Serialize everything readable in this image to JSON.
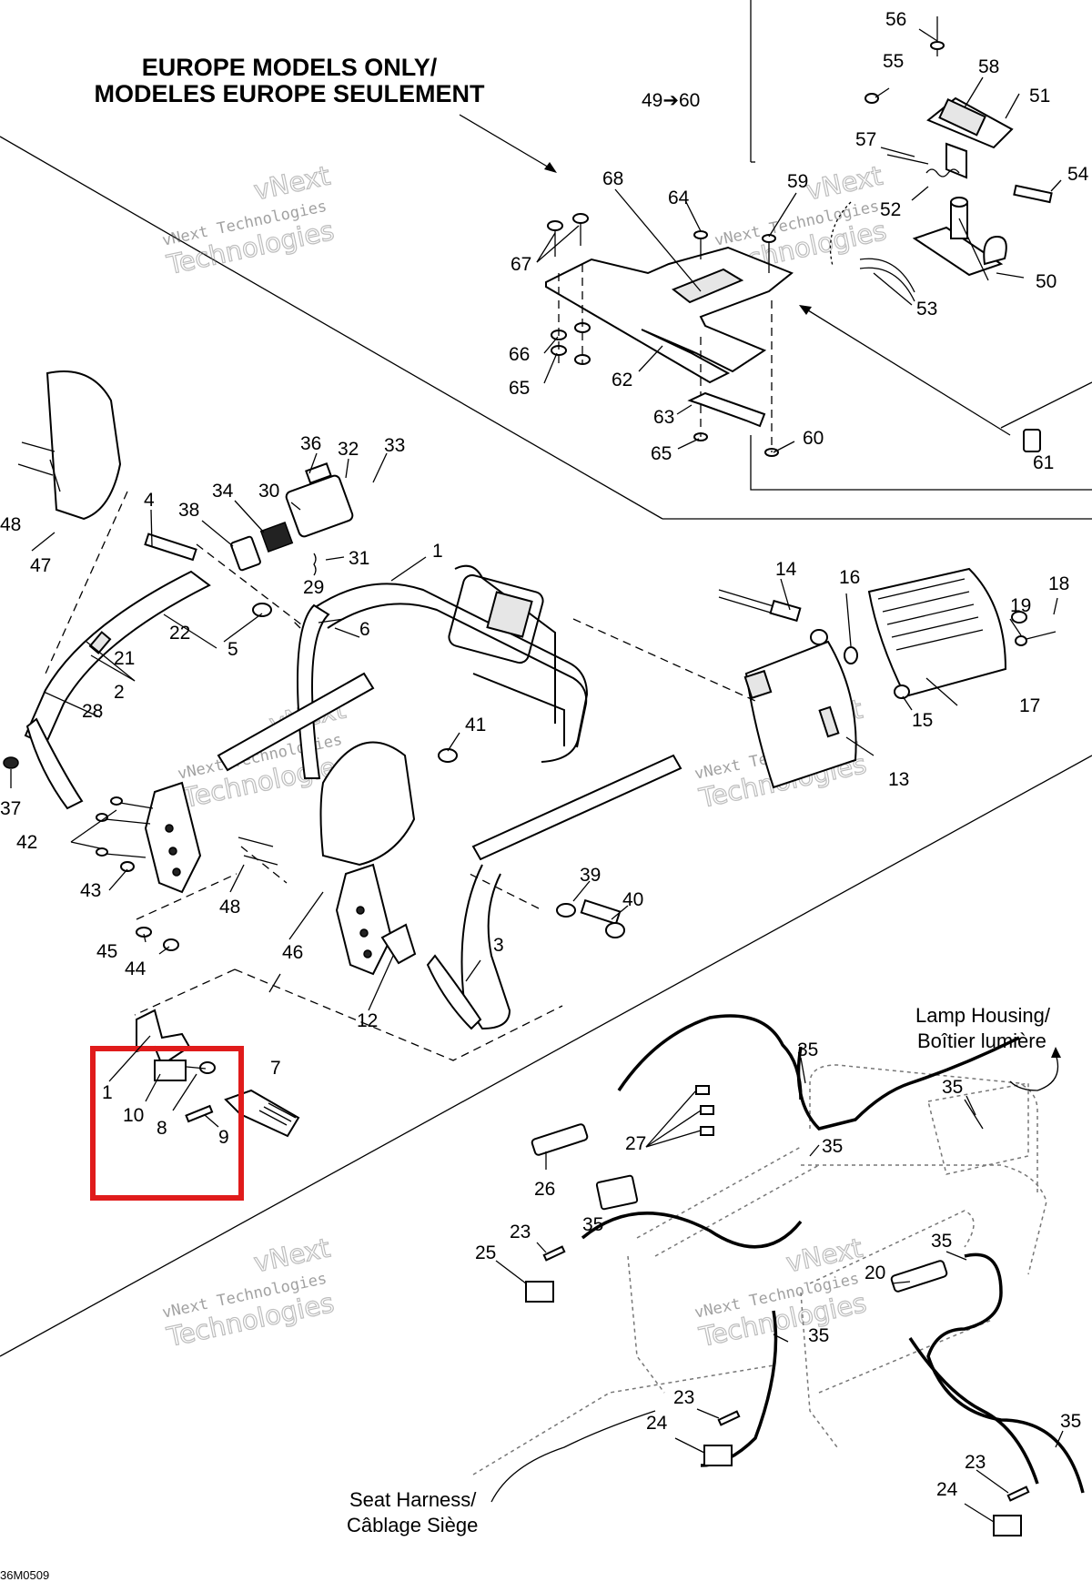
{
  "title": {
    "line1": "EUROPE MODELS ONLY/",
    "line2": "MODELES EUROPE SEULEMENT"
  },
  "notes": {
    "range": "49➔60",
    "lamp_housing_en": "Lamp Housing/",
    "lamp_housing_fr": "Boîtier lumière",
    "seat_harness_en": "Seat Harness/",
    "seat_harness_fr": "Câblage Siège",
    "drawing_code": "36M0509"
  },
  "watermark": {
    "line1": "vNext Technologies",
    "line2": "Technologies"
  },
  "highlight": {
    "color": "#e01b1b",
    "parts": [
      "1",
      "10",
      "8",
      "9"
    ]
  },
  "callouts": [
    "1",
    "2",
    "3",
    "4",
    "5",
    "6",
    "7",
    "8",
    "9",
    "10",
    "12",
    "13",
    "14",
    "15",
    "16",
    "17",
    "18",
    "19",
    "20",
    "21",
    "22",
    "23",
    "24",
    "25",
    "26",
    "27",
    "28",
    "29",
    "30",
    "31",
    "32",
    "33",
    "34",
    "35",
    "36",
    "37",
    "38",
    "39",
    "40",
    "41",
    "42",
    "43",
    "44",
    "45",
    "46",
    "47",
    "48",
    "50",
    "51",
    "52",
    "53",
    "54",
    "55",
    "56",
    "57",
    "58",
    "59",
    "60",
    "61",
    "62",
    "63",
    "64",
    "65",
    "66",
    "67",
    "68"
  ]
}
